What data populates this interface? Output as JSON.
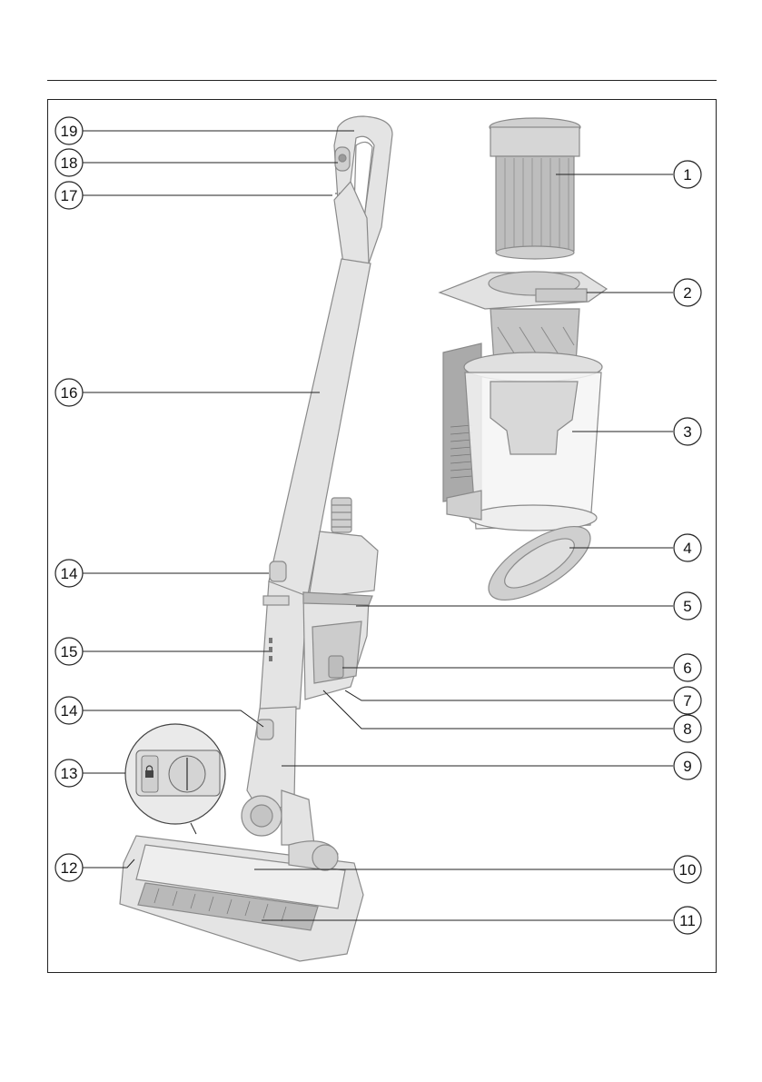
{
  "callouts": [
    {
      "num": "1"
    },
    {
      "num": "2"
    },
    {
      "num": "3"
    },
    {
      "num": "4"
    },
    {
      "num": "5"
    },
    {
      "num": "6"
    },
    {
      "num": "7"
    },
    {
      "num": "8"
    },
    {
      "num": "9"
    },
    {
      "num": "10"
    },
    {
      "num": "11"
    },
    {
      "num": "12"
    },
    {
      "num": "13"
    },
    {
      "num": "14"
    },
    {
      "num": "14"
    },
    {
      "num": "15"
    },
    {
      "num": "16"
    },
    {
      "num": "17"
    },
    {
      "num": "18"
    },
    {
      "num": "19"
    }
  ],
  "colors": {
    "line": "#222222",
    "body_fill": "#e4e4e4",
    "body_stroke": "#8a8a8a",
    "dark_part": "#a9a9a9",
    "clear_bin": "#f4f4f4"
  }
}
